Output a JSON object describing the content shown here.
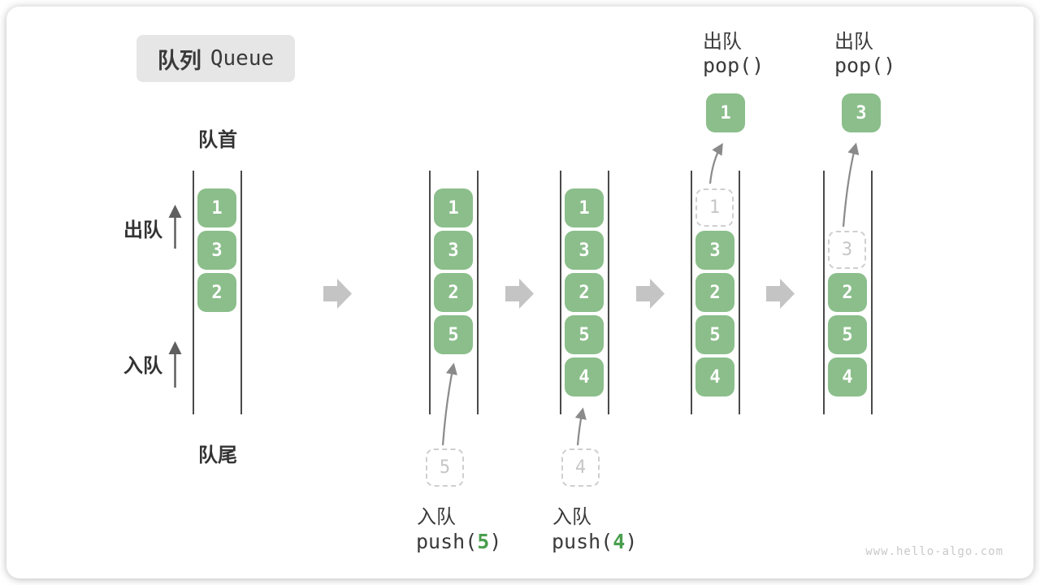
{
  "title": {
    "zh": "队列",
    "en": "Queue"
  },
  "labels": {
    "front": "队首",
    "rear": "队尾",
    "dequeue": "出队",
    "enqueue": "入队"
  },
  "queues": [
    {
      "slots": [
        {
          "value": "1",
          "state": "normal"
        },
        {
          "value": "3",
          "state": "normal"
        },
        {
          "value": "2",
          "state": "normal"
        }
      ]
    },
    {
      "slots": [
        {
          "value": "1",
          "state": "normal"
        },
        {
          "value": "3",
          "state": "normal"
        },
        {
          "value": "2",
          "state": "normal"
        },
        {
          "value": "5",
          "state": "normal"
        }
      ]
    },
    {
      "slots": [
        {
          "value": "1",
          "state": "normal"
        },
        {
          "value": "3",
          "state": "normal"
        },
        {
          "value": "2",
          "state": "normal"
        },
        {
          "value": "5",
          "state": "normal"
        },
        {
          "value": "4",
          "state": "normal"
        }
      ]
    },
    {
      "slots": [
        {
          "value": "1",
          "state": "ghost"
        },
        {
          "value": "3",
          "state": "normal"
        },
        {
          "value": "2",
          "state": "normal"
        },
        {
          "value": "5",
          "state": "normal"
        },
        {
          "value": "4",
          "state": "normal"
        }
      ]
    },
    {
      "slots": [
        {
          "value": "3",
          "state": "ghost"
        },
        {
          "value": "2",
          "state": "normal"
        },
        {
          "value": "5",
          "state": "normal"
        },
        {
          "value": "4",
          "state": "normal"
        }
      ]
    }
  ],
  "operations": {
    "push5": {
      "label": "入队",
      "code_pre": "push(",
      "arg": "5",
      "code_post": ")",
      "ghost": "5"
    },
    "push4": {
      "label": "入队",
      "code_pre": "push(",
      "arg": "4",
      "code_post": ")",
      "ghost": "4"
    },
    "pop1": {
      "label": "出队",
      "code": "pop()",
      "popped": "1"
    },
    "pop3": {
      "label": "出队",
      "code": "pop()",
      "popped": "3"
    }
  },
  "watermark": "www.hello-algo.com",
  "colors": {
    "element_green": "#8bbe8b",
    "code_arg_green": "#4a9e4d",
    "container_line": "#4a4a4a",
    "ghost_gray": "#c6c6c6",
    "block_arrow_gray": "#c4c4c4",
    "title_bg": "#e6e6e6",
    "text_dark": "#3a3a3a",
    "watermark_gray": "#c9c9c9"
  }
}
